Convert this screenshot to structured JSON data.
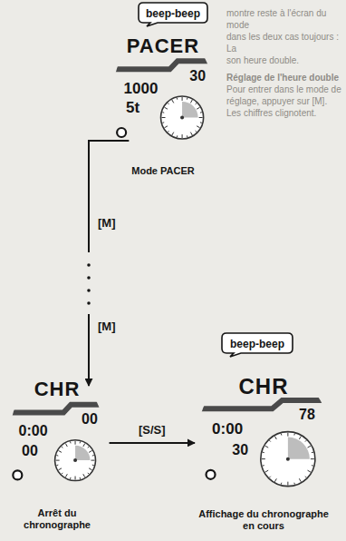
{
  "diagram": {
    "nodes": [
      {
        "text": [
          "beep-beep"
        ]
      },
      {
        "text": [
          "PACER",
          "30",
          "1000",
          "5t",
          "Mode PACER"
        ]
      },
      {
        "text": [
          "CHR",
          "00",
          "0:00",
          "00",
          "Arrêt du chronographe"
        ]
      },
      {
        "text": [
          "beep-beep"
        ]
      },
      {
        "text": [
          "CHR",
          "78",
          "0:00",
          "30",
          "Affichage du chronographe en cours"
        ]
      }
    ],
    "edges": [
      {
        "from": 1,
        "to": 2,
        "arrow": "to",
        "label": "[M]"
      },
      {
        "from": 2,
        "to": 4,
        "arrow": "to",
        "label": "[S/S]"
      }
    ],
    "labels": [
      "[M]",
      "montre reste à l'écran du mode",
      "dans les deux cas toujours : La",
      "son heure double.",
      "Réglage de l'heure double",
      "Pour entrer dans le mode de réglage, appuyer sur [M].",
      "Les chiffres clignotent."
    ]
  }
}
